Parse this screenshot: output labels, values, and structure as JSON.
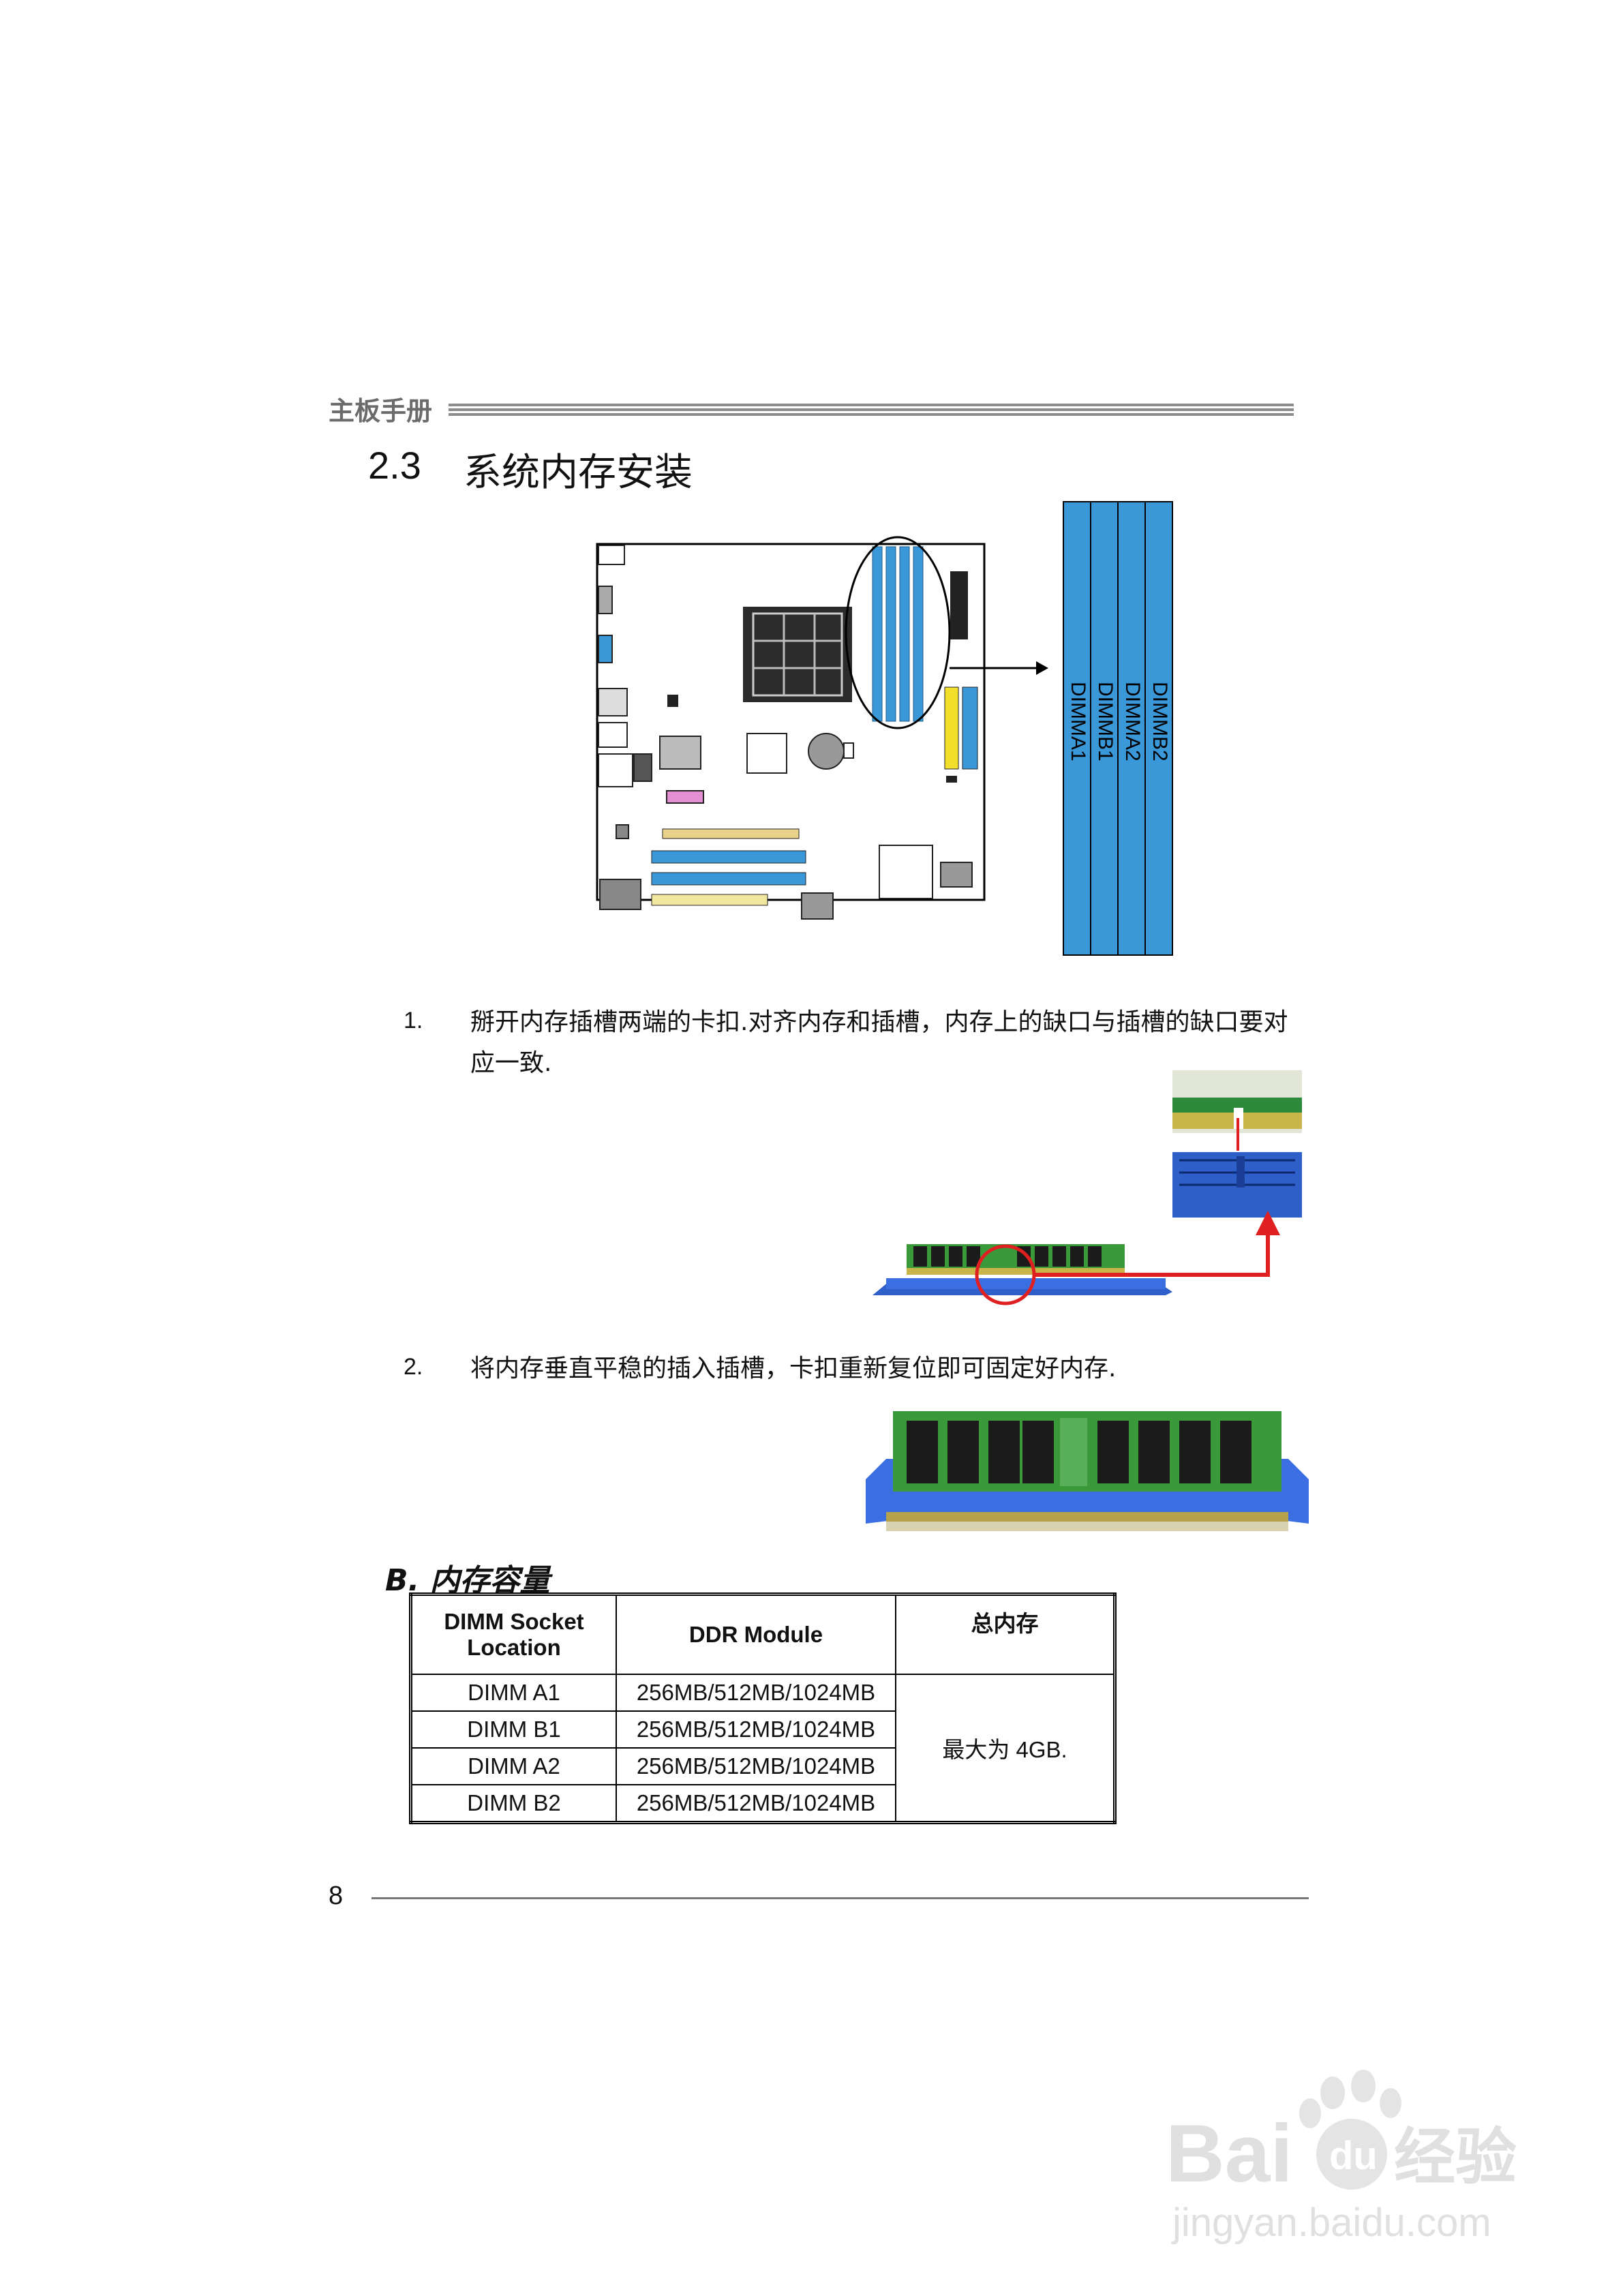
{
  "header": {
    "label": "主板手册"
  },
  "section": {
    "number": "2.3",
    "title": "系统内存安装"
  },
  "diagram": {
    "slot_labels": [
      "DIMMA1",
      "DIMMB1",
      "DIMMA2",
      "DIMMB2"
    ],
    "colors": {
      "slot_blue": "#3a97d8",
      "slot_yellow": "#f2df2a",
      "board_outline": "#000000",
      "arrow": "#e02020"
    }
  },
  "steps": [
    {
      "num": "1.",
      "text": "掰开内存插槽两端的卡扣.对齐内存和插槽，内存上的缺口与插槽的缺口要对应一致."
    },
    {
      "num": "2.",
      "text": "将内存垂直平稳的插入插槽，卡扣重新复位即可固定好内存."
    }
  ],
  "capacity": {
    "title": "B. 内存容量",
    "headers": [
      "DIMM Socket Location",
      "DDR Module",
      "总内存"
    ],
    "rows": [
      {
        "location": "DIMM A1",
        "module": "256MB/512MB/1024MB"
      },
      {
        "location": "DIMM B1",
        "module": "256MB/512MB/1024MB"
      },
      {
        "location": "DIMM A2",
        "module": "256MB/512MB/1024MB"
      },
      {
        "location": "DIMM B2",
        "module": "256MB/512MB/1024MB"
      }
    ],
    "total": "最大为 4GB."
  },
  "footer": {
    "page_number": "8"
  },
  "watermark": {
    "brand": "Bai",
    "brand_tail": "du",
    "product": "经验",
    "url": "jingyan.baidu.com"
  }
}
